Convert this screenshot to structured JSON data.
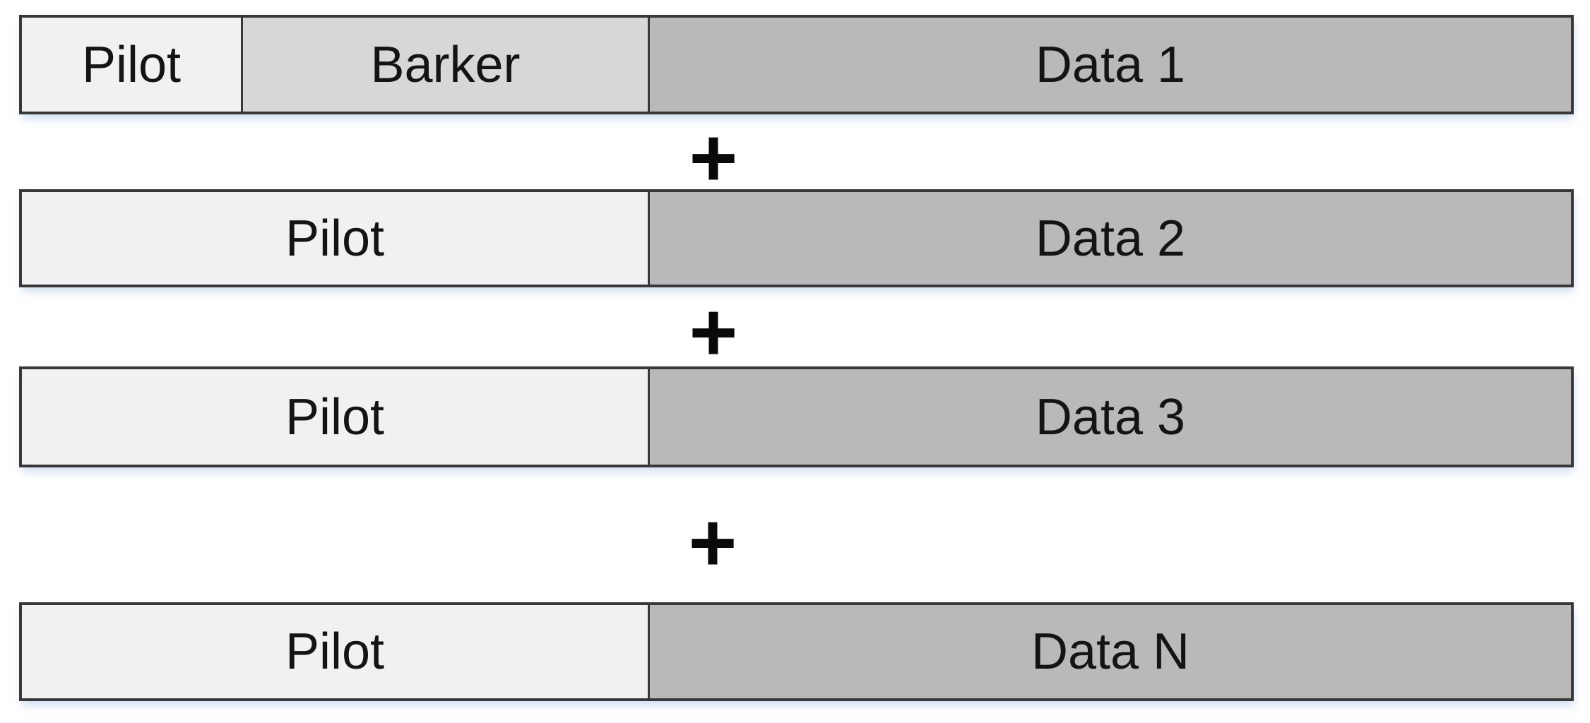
{
  "colors": {
    "pilot_bg": "#f1f1f1",
    "barker_bg": "#d7d7d7",
    "data_bg": "#b9b9b9",
    "border": "#383838",
    "text": "#141414",
    "shadow": "rgba(170,195,228,0.55)"
  },
  "rows": [
    {
      "name": "frame-1",
      "segments": [
        {
          "label": "Pilot"
        },
        {
          "label": "Barker"
        },
        {
          "label": "Data 1"
        }
      ]
    },
    {
      "name": "frame-2",
      "segments": [
        {
          "label": "Pilot"
        },
        {
          "label": "Data 2"
        }
      ]
    },
    {
      "name": "frame-3",
      "segments": [
        {
          "label": "Pilot"
        },
        {
          "label": "Data 3"
        }
      ]
    },
    {
      "name": "frame-N",
      "segments": [
        {
          "label": "Pilot"
        },
        {
          "label": "Data N"
        }
      ]
    }
  ],
  "operators": [
    "+",
    "+",
    "+"
  ]
}
